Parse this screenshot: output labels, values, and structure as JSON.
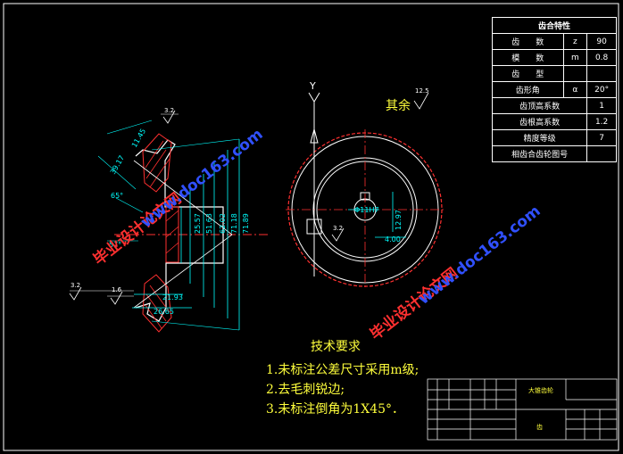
{
  "spec_table": {
    "title": "齿合特性",
    "rows": [
      {
        "name": "齿　　数",
        "symbol": "z",
        "value": "90"
      },
      {
        "name": "模　　数",
        "symbol": "m",
        "value": "0.8"
      },
      {
        "name": "齿　　型",
        "symbol": "",
        "value": ""
      },
      {
        "name": "齿形角",
        "symbol": "α",
        "value": "20°"
      },
      {
        "name": "齿顶高系数",
        "symbol": "",
        "value": "1"
      },
      {
        "name": "齿根高系数",
        "symbol": "",
        "value": "1.2"
      },
      {
        "name": "精度等级",
        "symbol": "",
        "value": "7"
      },
      {
        "name": "相齿合齿轮图号",
        "symbol": "",
        "value": ""
      }
    ]
  },
  "surface_note": {
    "label": "其余",
    "roughness": "12.5"
  },
  "tech_requirements": {
    "title": "技术要求",
    "items": [
      "1.未标注公差尺寸采用m级;",
      "2.去毛刺锐边;",
      "3.未标注倒角为1X45°．"
    ]
  },
  "dimensions": {
    "d1": "25.57",
    "d2": "51.63",
    "d3": "62.02",
    "d4": "71.18",
    "d5": "71.89",
    "w1": "21.93",
    "w2": "26.65",
    "a1": "39.17",
    "a2": "11.45",
    "ang1": "65°",
    "ang2": "57°",
    "bore": "Φ11H7",
    "key": "12.97",
    "key_w": "4.00"
  },
  "roughness_marks": [
    "3.2",
    "3.2",
    "1.6",
    "3.2"
  ],
  "axis_label": "Y",
  "title_block": {
    "part_name": "大锥齿轮",
    "drawing_label": "齿"
  },
  "watermarks": [
    "毕业设计论文网",
    "www.doc163.com",
    "毕业设计论文网",
    "www.doc163.com"
  ],
  "colors": {
    "background": "#000000",
    "lines": "#ffffff",
    "outline": "#ff3030",
    "dimension": "#00ffff",
    "center": "#ff3030",
    "text": "#ffff3c"
  }
}
